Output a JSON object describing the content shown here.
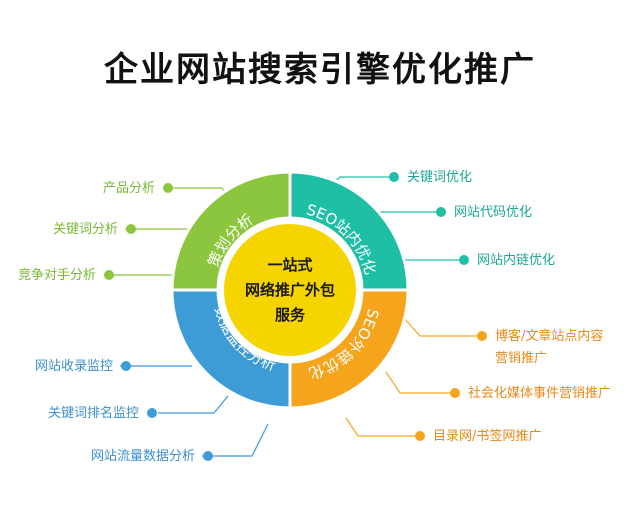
{
  "title": "企业网站搜索引擎优化推广",
  "center": {
    "lines": [
      "一站式",
      "网络推广外包",
      "服务"
    ],
    "color": "#f5d400"
  },
  "segments": [
    {
      "label": "策划分析",
      "color": "#8cc63f"
    },
    {
      "label": "SEO站内优化",
      "color": "#1fbfa5"
    },
    {
      "label": "SEO外链优化",
      "color": "#f5a41c"
    },
    {
      "label": "数据监控分析",
      "color": "#3d9bd6"
    }
  ],
  "branches": {
    "planning": {
      "color": "#8cc63f",
      "items": [
        "产品分析",
        "关键词分析",
        "竞争对手分析"
      ]
    },
    "onsite": {
      "color": "#1fbfa5",
      "items": [
        "关键词优化",
        "网站代码优化",
        "网站内链优化"
      ]
    },
    "offsite": {
      "color": "#f5a41c",
      "items": [
        "博客/文章站点内容",
        "营销推广",
        "社会化媒体事件营销推广",
        "目录网/书签网推广"
      ]
    },
    "monitor": {
      "color": "#3d9bd6",
      "items": [
        "网站收录监控",
        "关键词排名监控",
        "网站流量数据分析"
      ]
    }
  }
}
